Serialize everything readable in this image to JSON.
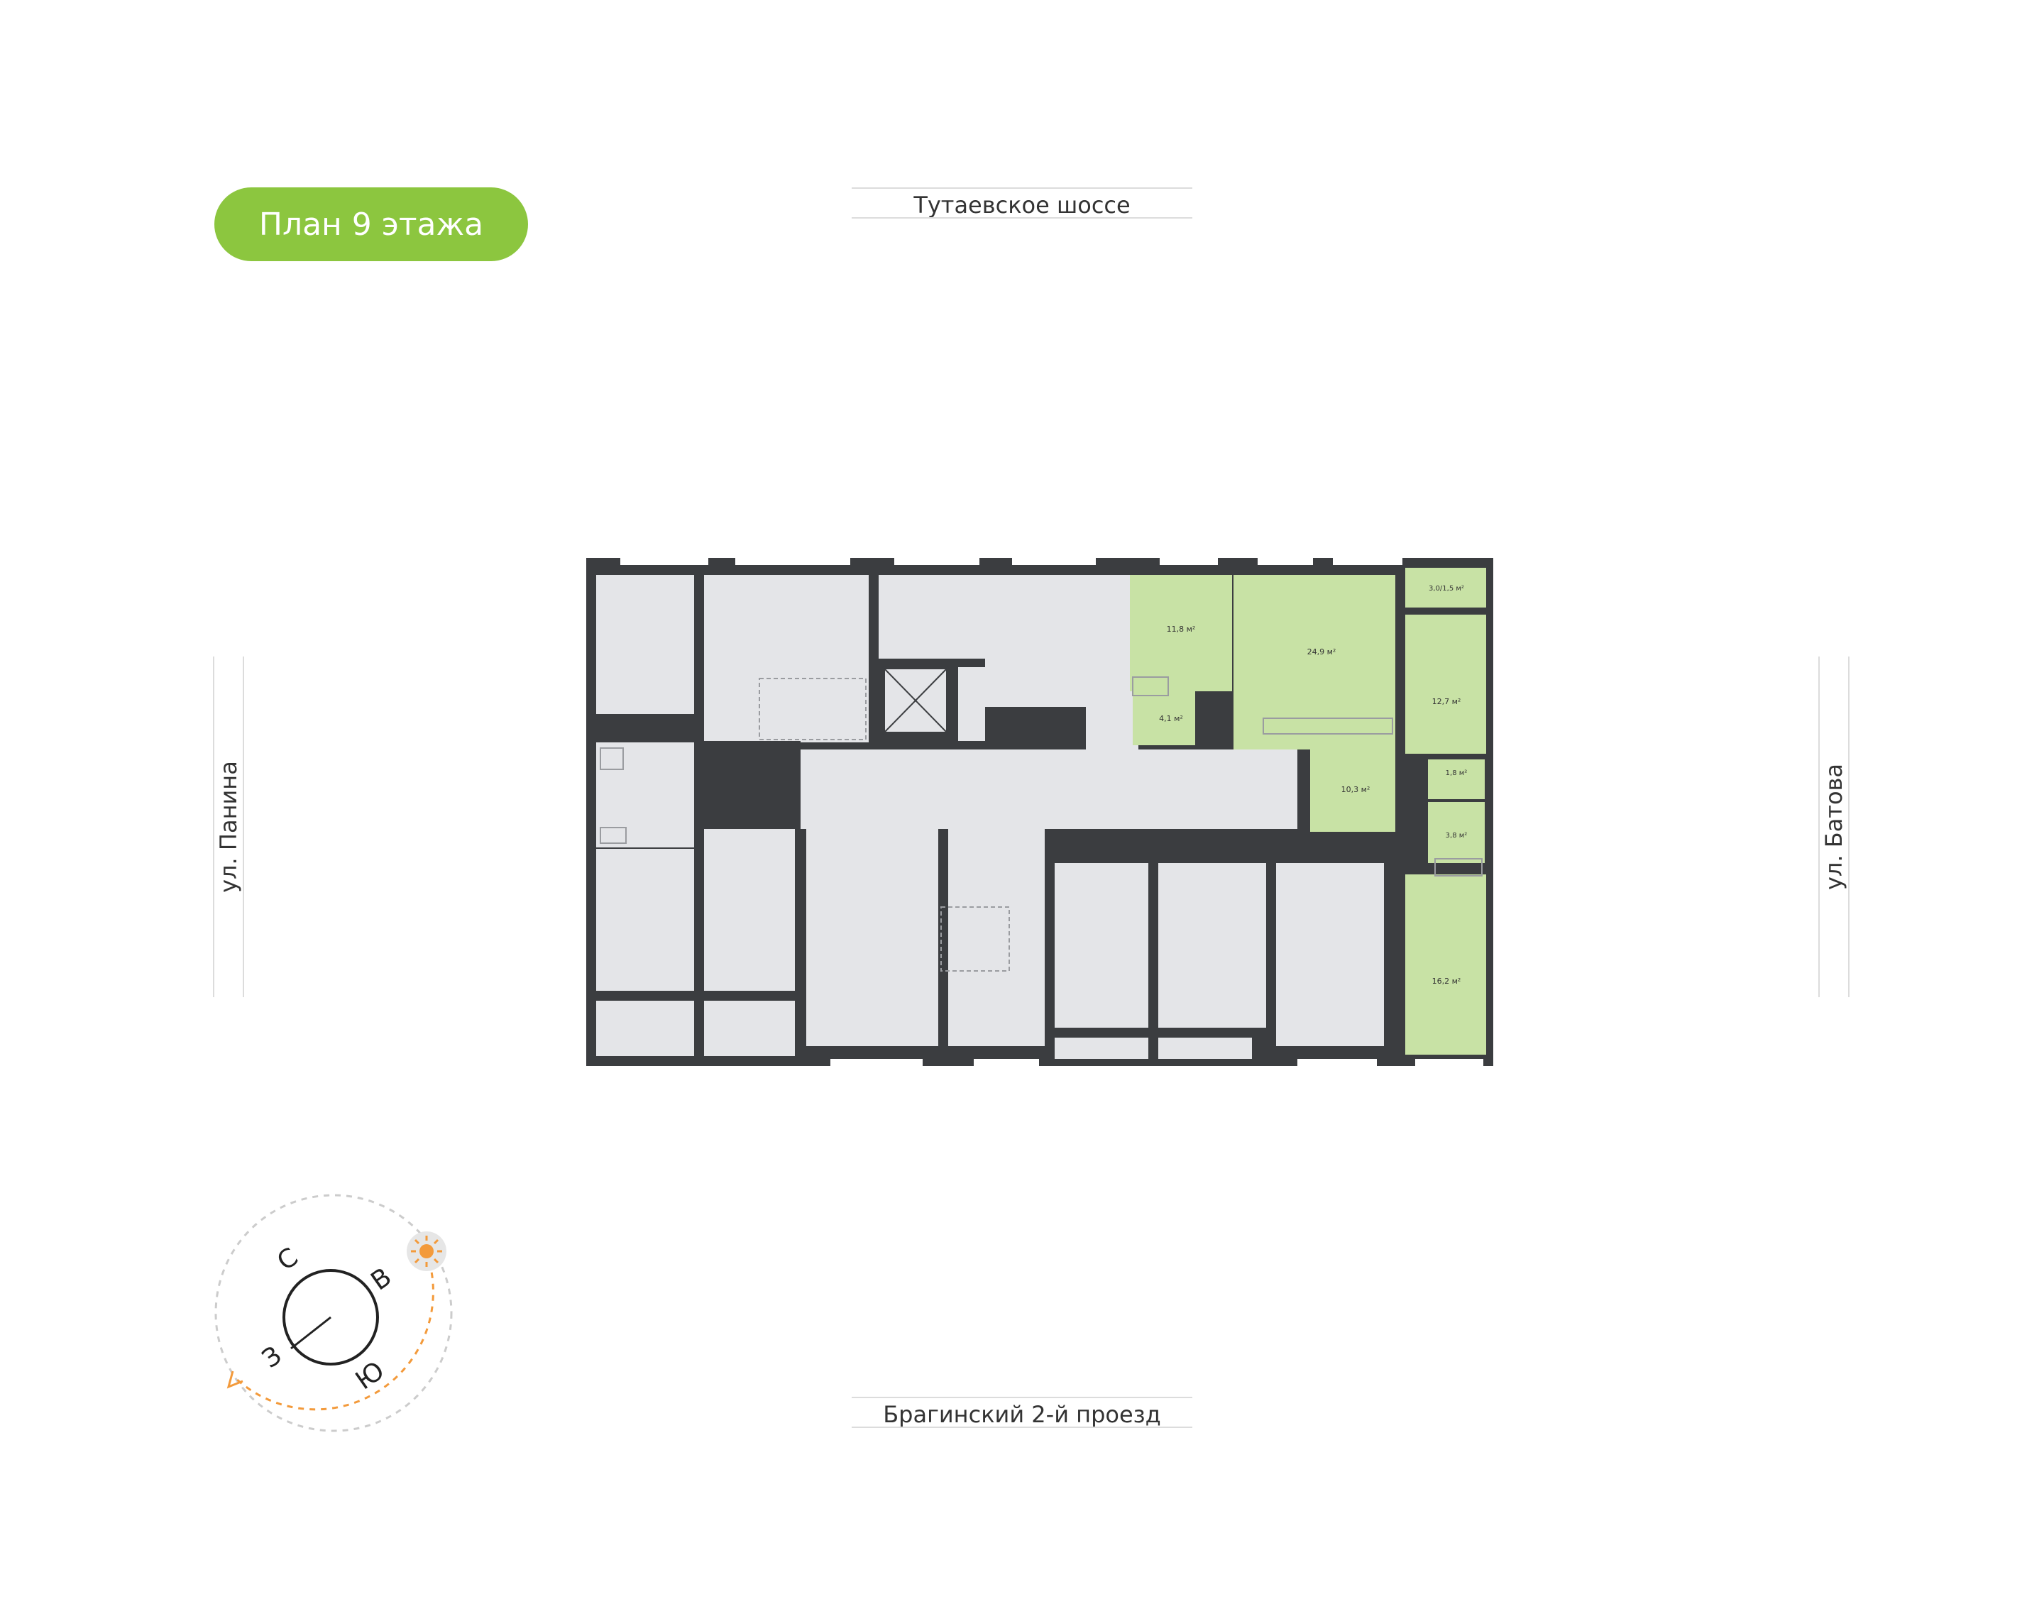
{
  "floor_badge": {
    "label": "План 9 этажа"
  },
  "streets": {
    "top": "Тутаевское шоссе",
    "bottom": "Брагинский 2-й проезд",
    "left": "ул. Панина",
    "right": "ул. Батова"
  },
  "colors": {
    "accent_green": "#8cc63f",
    "highlight_room": "#c8e2a5",
    "room_grey": "#e4e5e8",
    "wall": "#3b3d40",
    "compass_orange": "#f39a3b",
    "sun_bg": "#e6e6e6"
  },
  "rooms": [
    {
      "id": "room-11-8",
      "area": "11,8 м²"
    },
    {
      "id": "room-24-9",
      "area": "24,9 м²"
    },
    {
      "id": "room-3-0-1-5",
      "area": "3,0/1,5 м²"
    },
    {
      "id": "room-12-7",
      "area": "12,7 м²"
    },
    {
      "id": "room-4-1",
      "area": "4,1 м²"
    },
    {
      "id": "room-10-3",
      "area": "10,3 м²"
    },
    {
      "id": "room-1-8",
      "area": "1,8 м²"
    },
    {
      "id": "room-3-8",
      "area": "3,8 м²"
    },
    {
      "id": "room-16-2",
      "area": "16,2 м²"
    }
  ],
  "compass": {
    "north": "С",
    "east": "В",
    "south": "Ю",
    "west": "З",
    "sun_icon": "sun-icon"
  }
}
